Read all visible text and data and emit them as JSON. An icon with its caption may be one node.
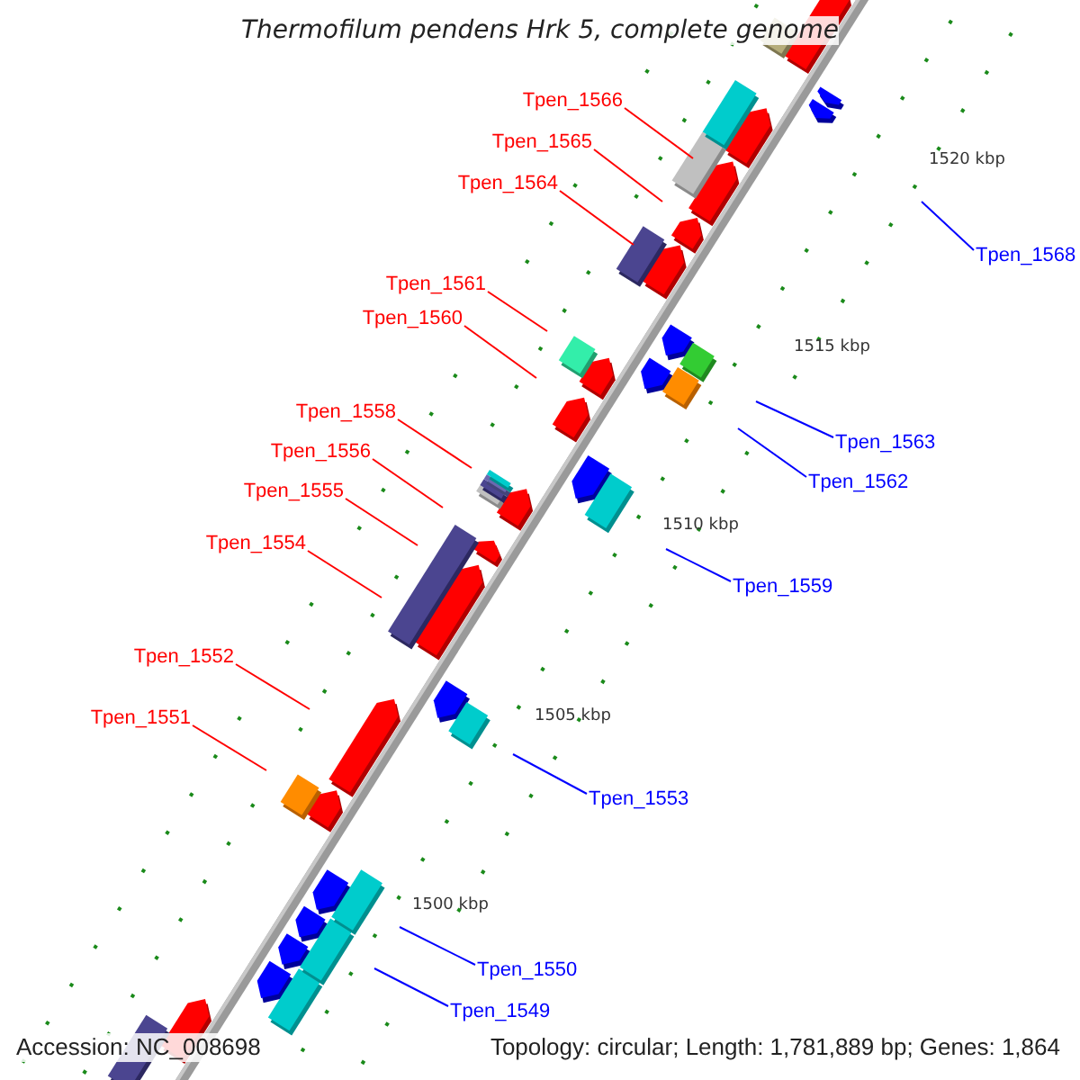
{
  "diagram": {
    "title": "Thermofilum pendens Hrk 5, complete genome",
    "nodes": [
      {
        "text": [
          "Tpen_1566"
        ]
      },
      {
        "text": [
          "Tpen_1565"
        ]
      },
      {
        "text": [
          "Tpen_1564"
        ]
      },
      {
        "text": [
          "Tpen_1568"
        ]
      },
      {
        "text": [
          "Tpen_1561"
        ]
      },
      {
        "text": [
          "Tpen_1560"
        ]
      },
      {
        "text": [
          "Tpen_1558"
        ]
      },
      {
        "text": [
          "Tpen_1563"
        ]
      },
      {
        "text": [
          "Tpen_1556"
        ]
      },
      {
        "text": [
          "Tpen_1562"
        ]
      },
      {
        "text": [
          "Tpen_1555"
        ]
      },
      {
        "text": [
          "Tpen_1554"
        ]
      },
      {
        "text": [
          "Tpen_1559"
        ]
      },
      {
        "text": [
          "Tpen_1552"
        ]
      },
      {
        "text": [
          "Tpen_1551"
        ]
      },
      {
        "text": [
          "Tpen_1553"
        ]
      },
      {
        "text": [
          "Tpen_1550"
        ]
      },
      {
        "text": [
          "Tpen_1549"
        ]
      }
    ],
    "edges": [
      {
        "from": 0,
        "to": null,
        "arrow": "none"
      },
      {
        "from": 1,
        "to": null,
        "arrow": "none"
      },
      {
        "from": 2,
        "to": null,
        "arrow": "none"
      },
      {
        "from": 3,
        "to": null,
        "arrow": "none",
        "color": "#0000ff"
      },
      {
        "from": 4,
        "to": null,
        "arrow": "none"
      },
      {
        "from": 5,
        "to": null,
        "arrow": "none"
      },
      {
        "from": 6,
        "to": null,
        "arrow": "none"
      },
      {
        "from": 7,
        "to": null,
        "arrow": "none",
        "color": "#0000ff"
      },
      {
        "from": 8,
        "to": null,
        "arrow": "none"
      },
      {
        "from": 9,
        "to": null,
        "arrow": "none",
        "color": "#0000ff"
      },
      {
        "from": 10,
        "to": null,
        "arrow": "none"
      },
      {
        "from": 11,
        "to": null,
        "arrow": "none"
      },
      {
        "from": 12,
        "to": null,
        "arrow": "none",
        "color": "#0000ff"
      },
      {
        "from": 13,
        "to": null,
        "arrow": "none"
      },
      {
        "from": 14,
        "to": null,
        "arrow": "none"
      },
      {
        "from": 15,
        "to": null,
        "arrow": "none",
        "color": "#0000ff"
      },
      {
        "from": 16,
        "to": null,
        "arrow": "none",
        "color": "#0000ff"
      },
      {
        "from": 17,
        "to": null,
        "arrow": "none",
        "color": "#0000ff"
      }
    ],
    "labels": [
      "1520 kbp",
      "1515 kbp",
      "1510 kbp",
      "1505 kbp",
      "1500 kbp",
      "Accession: NC_008698",
      "Topology: circular; Length: 1,781,889 bp; Genes: 1,864"
    ]
  }
}
